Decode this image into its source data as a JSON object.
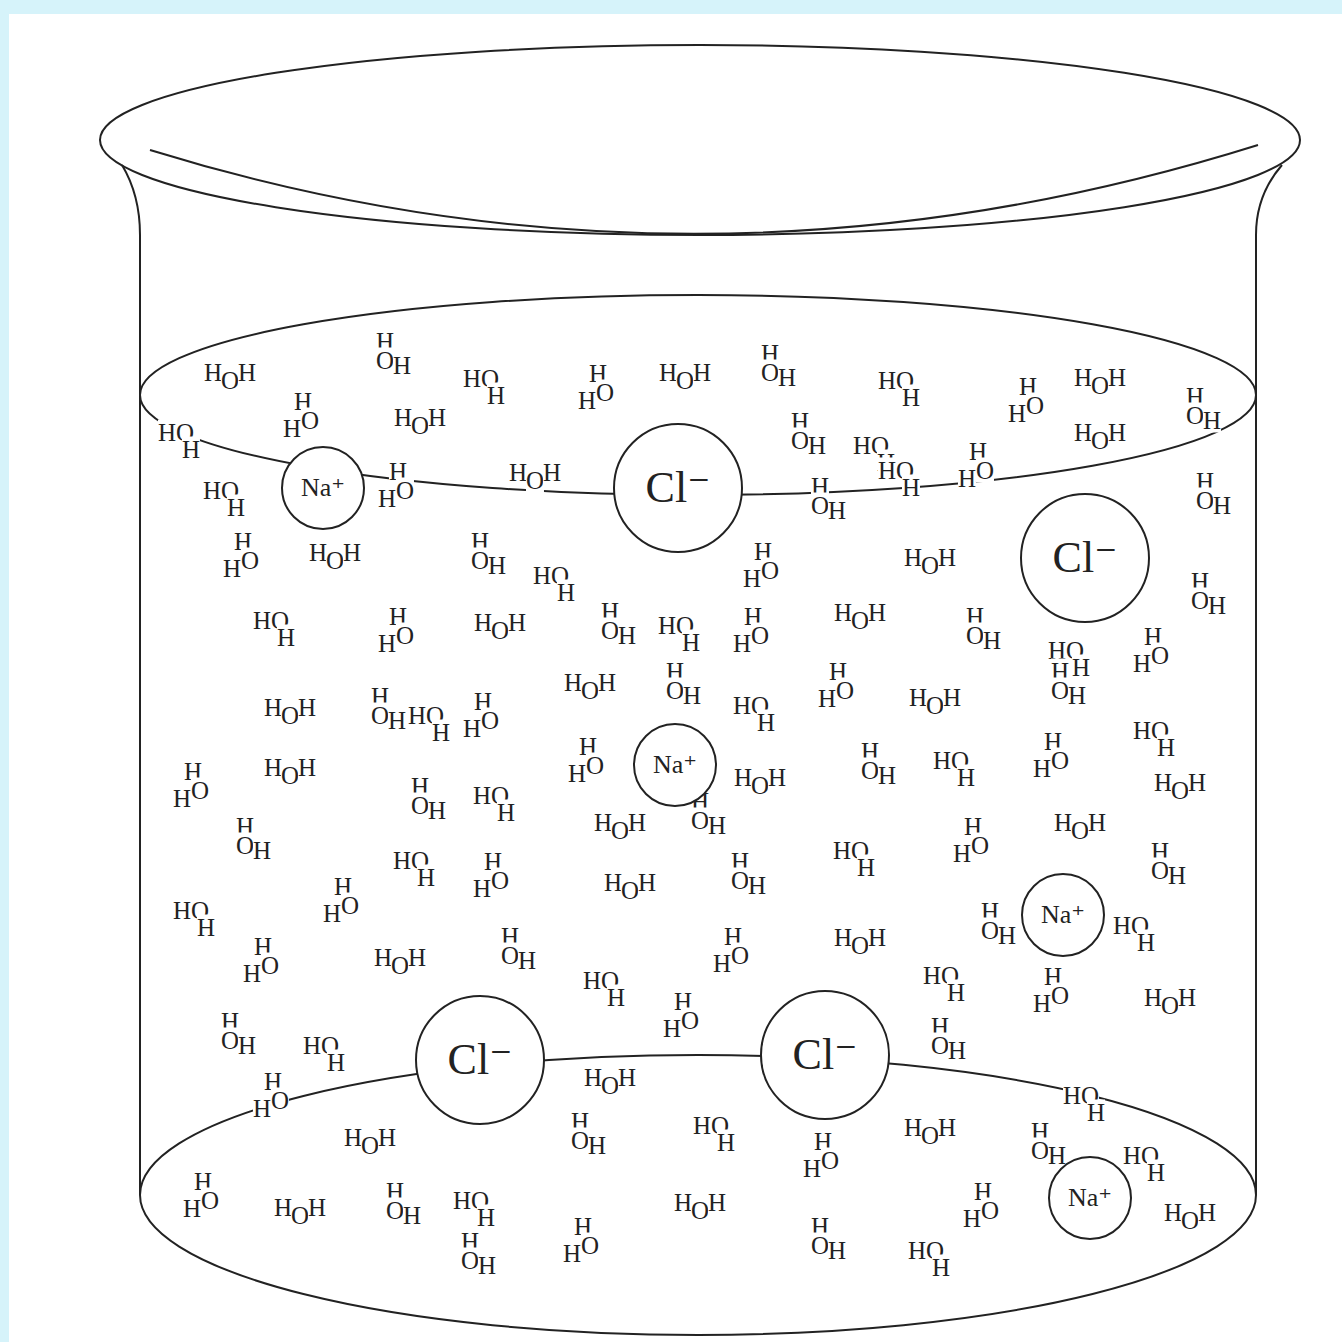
{
  "diagram": {
    "nodes": [
      {
        "text": [
          "Na⁺"
        ]
      },
      {
        "text": [
          "Cl⁻"
        ]
      },
      {
        "text": [
          "Cl⁻"
        ]
      },
      {
        "text": [
          "Na⁺"
        ]
      },
      {
        "text": [
          "Na⁺"
        ]
      },
      {
        "text": [
          "Cl⁻"
        ]
      },
      {
        "text": [
          "Cl⁻"
        ]
      },
      {
        "text": [
          "Na⁺"
        ]
      }
    ],
    "labels": [
      "H",
      "O",
      "H",
      "H",
      "O",
      "H",
      "H",
      "O",
      "H",
      "H",
      "O",
      "H",
      "H",
      "O",
      "H",
      "H",
      "O",
      "H",
      "H",
      "O",
      "H",
      "H",
      "O",
      "H",
      "H",
      "O",
      "H",
      "H",
      "O",
      "H",
      "H",
      "O",
      "H",
      "H",
      "O",
      "H",
      "H",
      "O",
      "H",
      "H",
      "O",
      "H",
      "H",
      "O",
      "H",
      "H",
      "O",
      "H",
      "H",
      "O",
      "H",
      "H",
      "O",
      "H",
      "H",
      "O",
      "H",
      "H",
      "O",
      "H",
      "H",
      "O",
      "H",
      "H",
      "O",
      "H",
      "H",
      "O",
      "H",
      "H",
      "O",
      "H",
      "H",
      "O",
      "H",
      "H",
      "O",
      "H",
      "H",
      "O",
      "H",
      "H",
      "O",
      "H",
      "H",
      "O",
      "H",
      "H",
      "O",
      "H",
      "H",
      "O",
      "H",
      "H",
      "O",
      "H",
      "H",
      "O",
      "H",
      "H",
      "O",
      "H",
      "H",
      "O",
      "H",
      "H",
      "O",
      "H",
      "H",
      "O",
      "H",
      "H",
      "O",
      "H",
      "H",
      "O",
      "H",
      "H",
      "O",
      "H",
      "H",
      "O",
      "H",
      "H",
      "O",
      "H",
      "H",
      "O",
      "H",
      "H",
      "O",
      "H",
      "H",
      "O",
      "H",
      "H",
      "O",
      "H",
      "H",
      "O",
      "H",
      "H",
      "O",
      "H",
      "H",
      "O",
      "H",
      "H",
      "O",
      "H",
      "H",
      "O",
      "H",
      "H",
      "O",
      "H",
      "H",
      "O",
      "H",
      "H",
      "O",
      "H",
      "H",
      "O",
      "H",
      "H",
      "O",
      "H",
      "H",
      "O",
      "H",
      "H",
      "O",
      "H",
      "H",
      "O",
      "H",
      "H",
      "O",
      "H",
      "H",
      "O",
      "H",
      "H",
      "O",
      "H",
      "H",
      "O",
      "H",
      "H",
      "O",
      "H",
      "H",
      "O",
      "H",
      "H",
      "O",
      "H",
      "H",
      "O",
      "H",
      "H",
      "O",
      "H",
      "H",
      "O",
      "H",
      "H",
      "O",
      "H",
      "H",
      "O",
      "H",
      "H",
      "O",
      "H",
      "H",
      "O",
      "H",
      "H",
      "O",
      "H",
      "H",
      "O",
      "H",
      "H",
      "O",
      "H",
      "H",
      "O",
      "H",
      "H",
      "O",
      "H",
      "H",
      "O",
      "H",
      "H",
      "O",
      "H",
      "H",
      "O",
      "H",
      "H",
      "O",
      "H",
      "H",
      "O",
      "H",
      "H",
      "O",
      "H",
      "H",
      "O",
      "H",
      "H",
      "O",
      "H",
      "H",
      "O",
      "H",
      "H",
      "O",
      "H",
      "H",
      "O",
      "H",
      "H",
      "O",
      "H",
      "H",
      "O",
      "H",
      "H",
      "O",
      "H",
      "H",
      "O",
      "H",
      "H",
      "O",
      "H",
      "H",
      "O",
      "H",
      "H",
      "O",
      "H",
      "H",
      "O",
      "H",
      "H",
      "O",
      "H",
      "H",
      "O",
      "H",
      "H",
      "O",
      "H",
      "H",
      "O",
      "H",
      "H",
      "O",
      "H",
      "H",
      "O",
      "H",
      "H",
      "O",
      "H",
      "H",
      "O",
      "H",
      "H",
      "O",
      "H",
      "H",
      "O",
      "H",
      "H",
      "O",
      "H",
      "H",
      "O",
      "H",
      "H",
      "O",
      "H"
    ]
  }
}
